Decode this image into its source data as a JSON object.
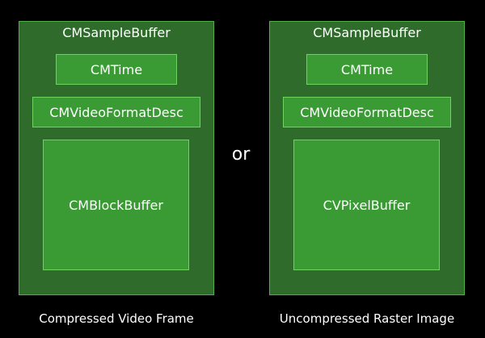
{
  "left_diagram": {
    "container_label": "CMSampleBuffer",
    "time_label": "CMTime",
    "format_label": "CMVideoFormatDesc",
    "buffer_label": "CMBlockBuffer",
    "caption": "Compressed Video Frame"
  },
  "separator": "or",
  "right_diagram": {
    "container_label": "CMSampleBuffer",
    "time_label": "CMTime",
    "format_label": "CMVideoFormatDesc",
    "buffer_label": "CVPixelBuffer",
    "caption": "Uncompressed Raster Image"
  },
  "colors": {
    "background": "#000000",
    "outer_fill": "#2f6b2b",
    "outer_border": "#4fae47",
    "inner_fill": "#3a9a34",
    "inner_border": "#6cd45f",
    "text": "#ffffff"
  }
}
